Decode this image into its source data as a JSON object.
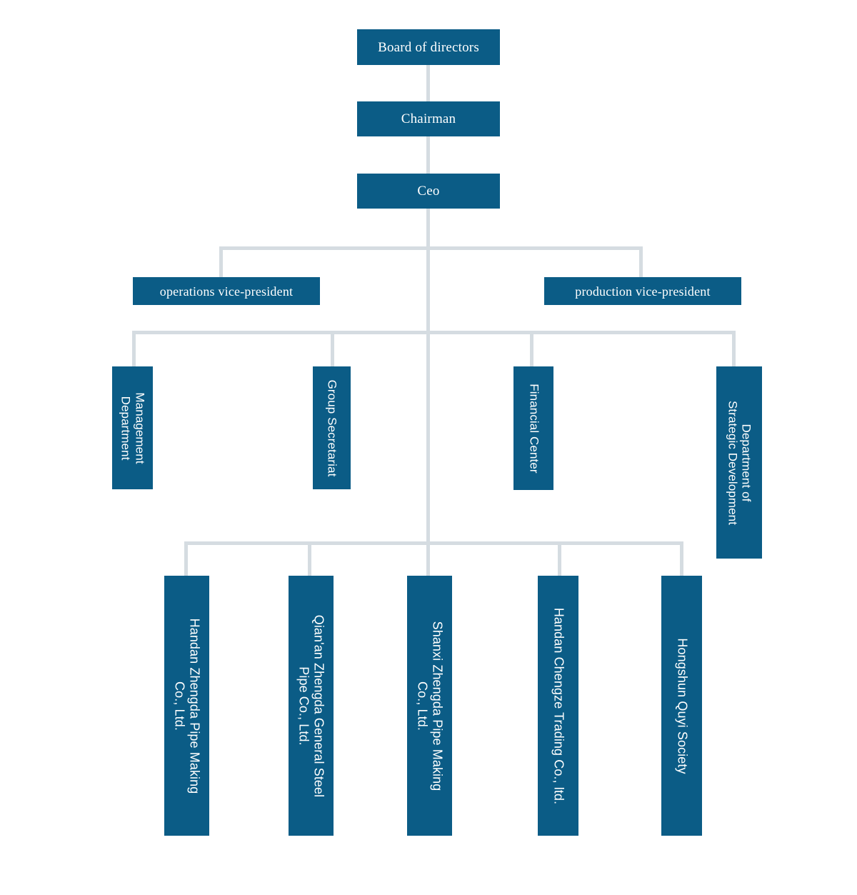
{
  "chart_data": {
    "type": "diagram",
    "diagram_kind": "organization-chart",
    "title": "",
    "orientation": "top-down",
    "colors": {
      "node_fill": "#0b5c86",
      "node_text": "#ffffff",
      "connector": "#d5dce1",
      "background": "#ffffff"
    },
    "levels": [
      {
        "name": "executive",
        "nodes": [
          "Board of directors",
          "Chairman",
          "Ceo"
        ]
      },
      {
        "name": "vice-presidents",
        "nodes": [
          "operations vice-president",
          "production vice-president"
        ]
      },
      {
        "name": "departments",
        "nodes": [
          "Management Department",
          "Group Secretariat",
          "Financial Center",
          "Department of Strategic Development"
        ]
      },
      {
        "name": "subsidiaries",
        "nodes": [
          "Handan Zhengda Pipe Making Co., Ltd.",
          "Qian'an Zhengda General Steel Pipe Co., Ltd.",
          "Shanxi Zhengda Pipe Making Co., Ltd.",
          "Handan Chengze Trading Co., ltd.",
          "Hongshun Quyi Society"
        ]
      }
    ],
    "edges": [
      [
        "Board of directors",
        "Chairman"
      ],
      [
        "Chairman",
        "Ceo"
      ],
      [
        "Ceo",
        "operations vice-president"
      ],
      [
        "Ceo",
        "production vice-president"
      ],
      [
        "Ceo",
        "Management Department"
      ],
      [
        "Ceo",
        "Group Secretariat"
      ],
      [
        "Ceo",
        "Financial Center"
      ],
      [
        "Ceo",
        "Department of Strategic Development"
      ],
      [
        "Ceo",
        "Handan Zhengda Pipe Making Co., Ltd."
      ],
      [
        "Ceo",
        "Qian'an Zhengda General Steel Pipe Co., Ltd."
      ],
      [
        "Ceo",
        "Shanxi Zhengda Pipe Making Co., Ltd."
      ],
      [
        "Ceo",
        "Handan Chengze Trading Co., ltd."
      ],
      [
        "Ceo",
        "Hongshun Quyi Society"
      ]
    ]
  },
  "nodes": {
    "board": {
      "label": "Board of directors"
    },
    "chairman": {
      "label": "Chairman"
    },
    "ceo": {
      "label": "Ceo"
    },
    "vp_operations": {
      "label": "operations vice-president"
    },
    "vp_production": {
      "label": "production vice-president"
    },
    "dept_management": {
      "label": "Management\nDepartment"
    },
    "dept_secretariat": {
      "label": "Group Secretariat"
    },
    "dept_financial": {
      "label": "Financial Center"
    },
    "dept_strategic": {
      "label": "Department of\nStrategic Development"
    },
    "sub_handan_zhengda": {
      "label": "Handan Zhengda Pipe Making\nCo., Ltd."
    },
    "sub_qianan_zhengda": {
      "label": "Qian'an Zhengda General Steel\nPipe Co., Ltd."
    },
    "sub_shanxi_zhengda": {
      "label": "Shanxi Zhengda Pipe Making\nCo., Ltd."
    },
    "sub_handan_chengze": {
      "label": "Handan Chengze Trading Co., ltd."
    },
    "sub_hongshun_quyi": {
      "label": "Hongshun Quyi Society"
    }
  }
}
